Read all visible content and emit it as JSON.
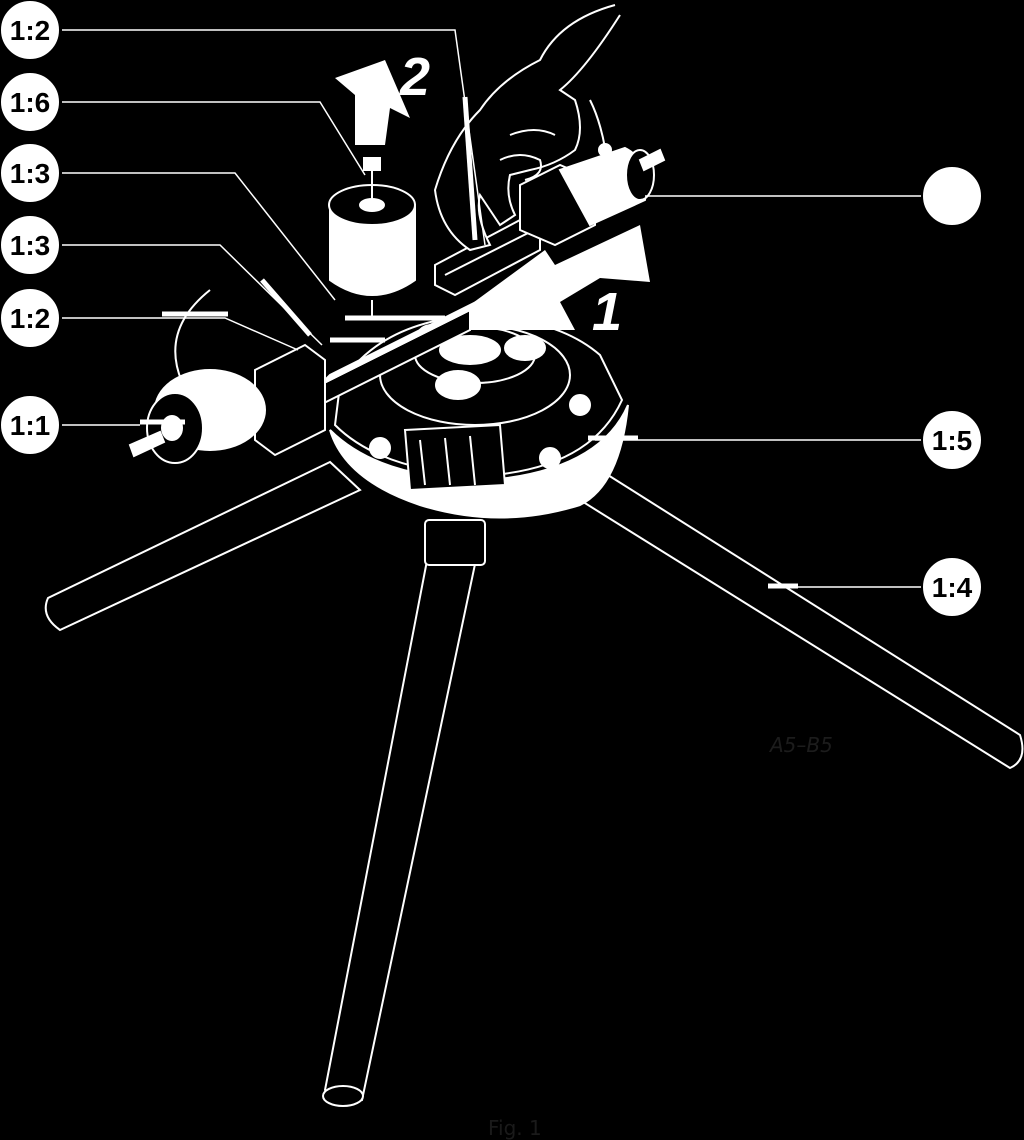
{
  "figure": {
    "caption": "Fig. 1",
    "reference_code": "A5–B5"
  },
  "callouts": [
    {
      "label": "1:2"
    },
    {
      "label": "1:6"
    },
    {
      "label": "1:3"
    },
    {
      "label": "1:3"
    },
    {
      "label": "1:2"
    },
    {
      "label": "1:1"
    },
    {
      "label": "1:5"
    },
    {
      "label": "1:4"
    },
    {
      "label": ""
    }
  ],
  "step_arrows": [
    {
      "number": "1"
    },
    {
      "number": "2"
    }
  ],
  "colors": {
    "background": "#000000",
    "line": "#ffffff",
    "callout_fill": "#ffffff",
    "callout_text": "#000000"
  }
}
